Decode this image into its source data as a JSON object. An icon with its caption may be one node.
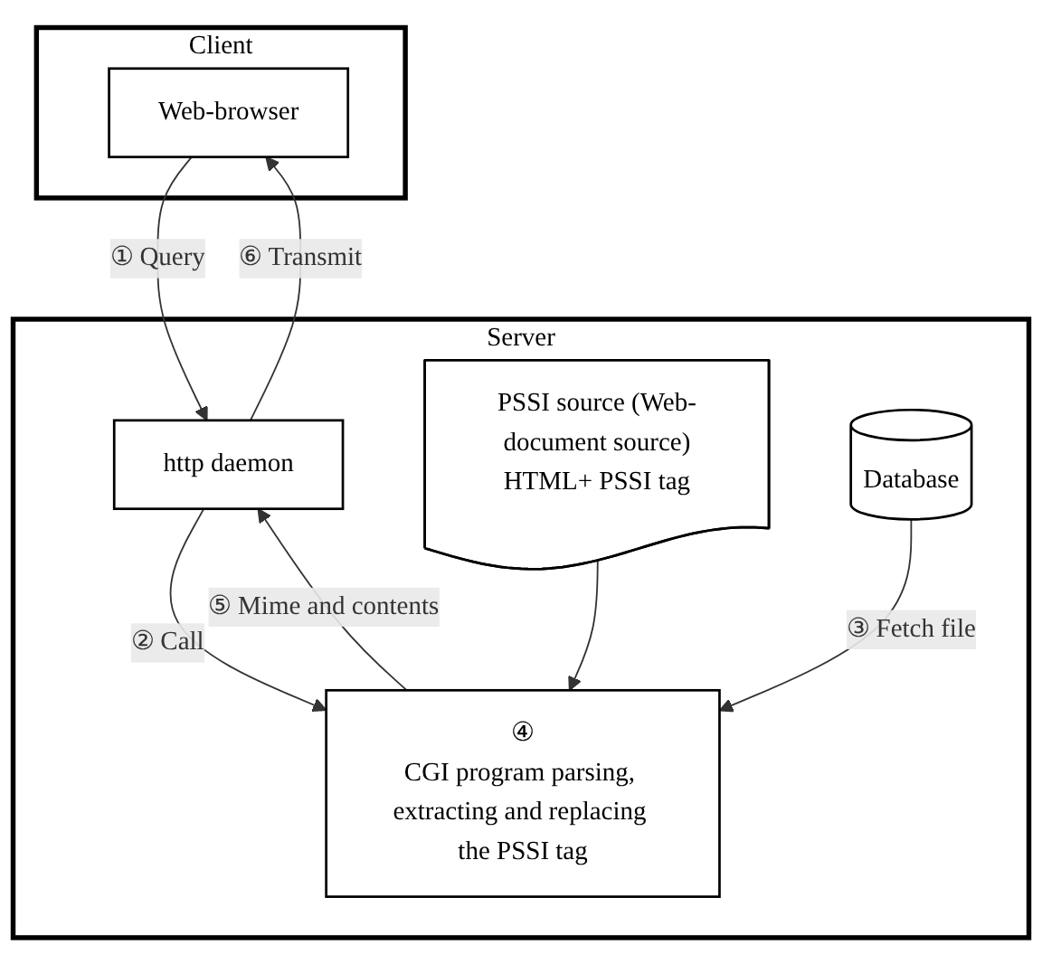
{
  "diagram": {
    "nodes": [
      {
        "text": [
          "Client"
        ]
      },
      {
        "text": [
          "Web-browser"
        ],
        "in": 0
      },
      {
        "text": [
          "Server"
        ]
      },
      {
        "text": [
          "http daemon"
        ],
        "in": 2
      },
      {
        "text": [
          "④",
          "CGI program parsing, extracting and replacing the PSSI tag"
        ],
        "in": 2
      },
      {
        "text": [
          "PSSI source (Web-document source)",
          "HTML+ PSSI tag"
        ],
        "in": 2
      },
      {
        "text": [
          "Database"
        ],
        "in": 2
      }
    ],
    "edges": [
      {
        "from": 1,
        "to": 3,
        "arrow": "to",
        "label": "① Query"
      },
      {
        "from": 3,
        "to": 1,
        "arrow": "to",
        "label": "⑥ Transmit"
      },
      {
        "from": 3,
        "to": 4,
        "arrow": "to",
        "label": "② Call"
      },
      {
        "from": 4,
        "to": 3,
        "arrow": "to",
        "label": "⑤ Mime and contents"
      },
      {
        "from": 5,
        "to": 4,
        "arrow": "to"
      },
      {
        "from": 6,
        "to": 4,
        "arrow": "to",
        "label": "③ Fetch file"
      }
    ]
  }
}
